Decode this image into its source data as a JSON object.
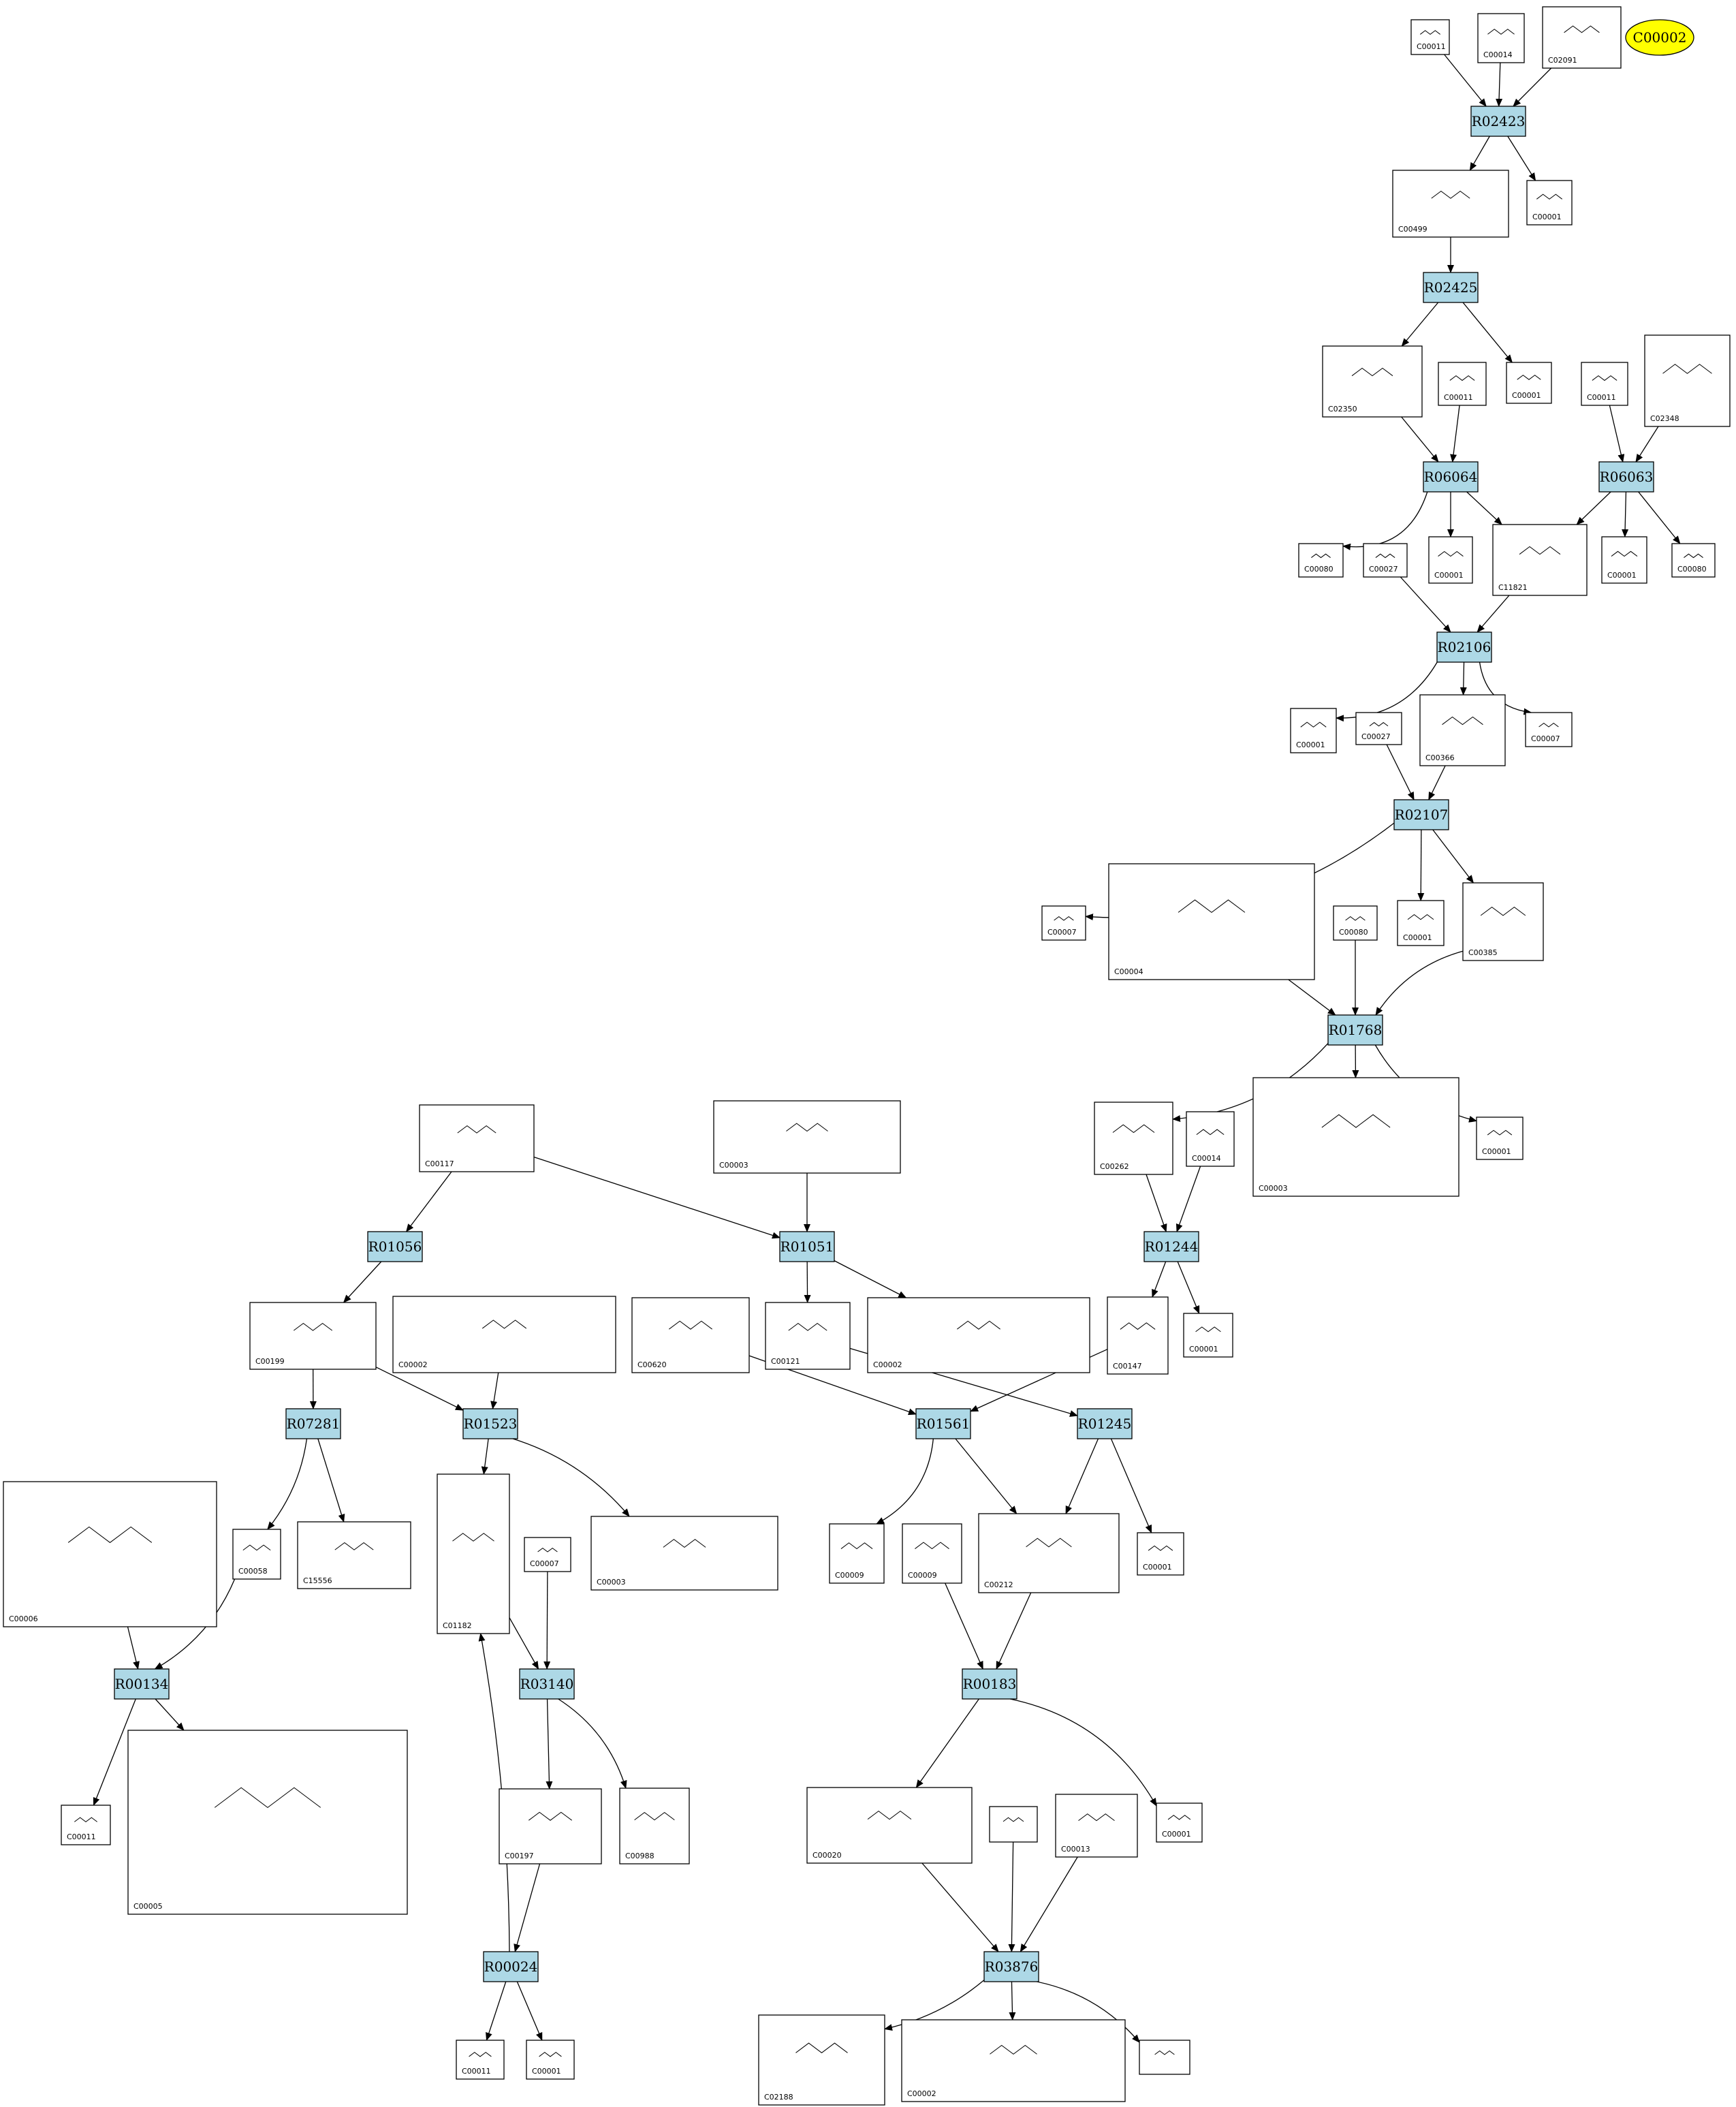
{
  "colors": {
    "reaction_fill": "#add8e6",
    "target_fill": "#ffff00",
    "edge": "#000000",
    "box_stroke": "#000000"
  },
  "target": {
    "id": "C00002"
  },
  "reactions": [
    "R02423",
    "R02425",
    "R06064",
    "R06063",
    "R02106",
    "R02107",
    "R01768",
    "R01244",
    "R01056",
    "R01051",
    "R07281",
    "R01523",
    "R01561",
    "R01245",
    "R00134",
    "R03140",
    "R00183",
    "R00024",
    "R03876"
  ],
  "compounds": [
    {
      "key": "c1",
      "label": "C00011"
    },
    {
      "key": "c2",
      "label": "C00014"
    },
    {
      "key": "c3",
      "label": "C02091"
    },
    {
      "key": "c4",
      "label": "C00499"
    },
    {
      "key": "c5",
      "label": "C00001"
    },
    {
      "key": "c6",
      "label": "C02350"
    },
    {
      "key": "c7",
      "label": "C00011"
    },
    {
      "key": "c8",
      "label": "C00001"
    },
    {
      "key": "c9",
      "label": "C00011"
    },
    {
      "key": "c10",
      "label": "C02348"
    },
    {
      "key": "c11",
      "label": "C00080"
    },
    {
      "key": "c12",
      "label": "C00027"
    },
    {
      "key": "c13",
      "label": "C00001"
    },
    {
      "key": "c14",
      "label": "C11821"
    },
    {
      "key": "c15",
      "label": "C00001"
    },
    {
      "key": "c16",
      "label": "C00080"
    },
    {
      "key": "c17",
      "label": "C00001"
    },
    {
      "key": "c18",
      "label": "C00027"
    },
    {
      "key": "c19",
      "label": "C00366"
    },
    {
      "key": "c20",
      "label": "C00007"
    },
    {
      "key": "c21",
      "label": "C00007"
    },
    {
      "key": "c22",
      "label": "C00004"
    },
    {
      "key": "c23",
      "label": "C00080"
    },
    {
      "key": "c24",
      "label": "C00001"
    },
    {
      "key": "c25",
      "label": "C00385"
    },
    {
      "key": "c26",
      "label": "C00117"
    },
    {
      "key": "c27",
      "label": "C00003"
    },
    {
      "key": "c28",
      "label": "C00262"
    },
    {
      "key": "c29",
      "label": "C00014"
    },
    {
      "key": "c30",
      "label": "C00003"
    },
    {
      "key": "c31",
      "label": "C00001"
    },
    {
      "key": "c32",
      "label": "C00199"
    },
    {
      "key": "c33",
      "label": "C00002"
    },
    {
      "key": "c34",
      "label": "C00620"
    },
    {
      "key": "c35",
      "label": "C00121"
    },
    {
      "key": "c36",
      "label": "C00002"
    },
    {
      "key": "c37",
      "label": "C00147"
    },
    {
      "key": "c38",
      "label": "C00001"
    },
    {
      "key": "c39",
      "label": "C00006"
    },
    {
      "key": "c40",
      "label": "C00058"
    },
    {
      "key": "c41",
      "label": "C15556"
    },
    {
      "key": "c42",
      "label": "C01182"
    },
    {
      "key": "c43",
      "label": "C00007"
    },
    {
      "key": "c44",
      "label": "C00003"
    },
    {
      "key": "c45",
      "label": "C00009"
    },
    {
      "key": "c46",
      "label": "C00009"
    },
    {
      "key": "c47",
      "label": "C00212"
    },
    {
      "key": "c48",
      "label": "C00001"
    },
    {
      "key": "c49",
      "label": "C00011"
    },
    {
      "key": "c50",
      "label": "C00005"
    },
    {
      "key": "c51",
      "label": "C00197"
    },
    {
      "key": "c52",
      "label": "C00988"
    },
    {
      "key": "c53",
      "label": "C00020"
    },
    {
      "key": "c54",
      "label": ""
    },
    {
      "key": "c55",
      "label": "C00013"
    },
    {
      "key": "c56",
      "label": "C00001"
    },
    {
      "key": "c57",
      "label": "C00011"
    },
    {
      "key": "c58",
      "label": "C00001"
    },
    {
      "key": "c59",
      "label": "C02188"
    },
    {
      "key": "c60",
      "label": "C00002"
    },
    {
      "key": "c61",
      "label": ""
    }
  ]
}
